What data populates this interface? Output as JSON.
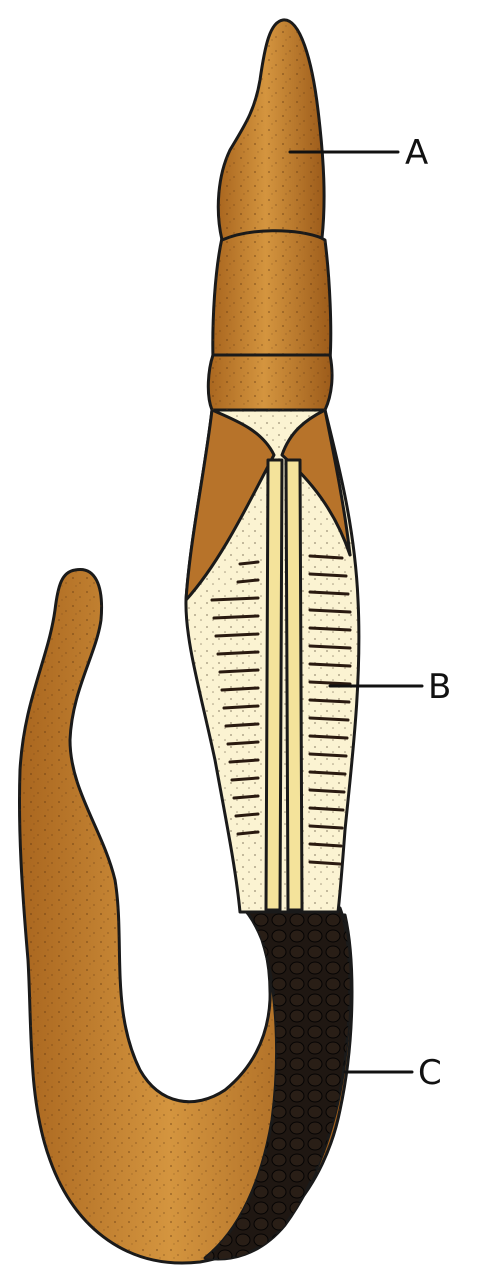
{
  "colors": {
    "body": "#c07a2c",
    "body_light": "#d99a4a",
    "body_dark": "#8e5418",
    "gill_region": "#fbf3d2",
    "gill_slits": "#2a1a10",
    "notochord": "#f4e39b",
    "collar_dark": "#1c1410",
    "outline": "#1a1a1a"
  },
  "labels": [
    {
      "id": "A",
      "text": "A"
    },
    {
      "id": "B",
      "text": "B"
    },
    {
      "id": "C",
      "text": "C"
    }
  ]
}
